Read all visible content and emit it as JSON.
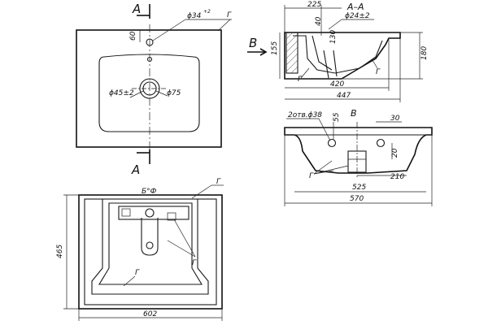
{
  "top_view": {
    "section_mark_top": "A",
    "section_mark_bottom": "A",
    "dim_hole_dia": "ϕ34",
    "dim_hole_tol": "+2",
    "dim_from_edge": "60",
    "dim_drain": "ϕ45±2",
    "dim_bowl": "ϕ75",
    "ref_g": "Г"
  },
  "section_view": {
    "title": "A–A",
    "view_arrow": "B",
    "dim_225": "225",
    "dim_40": "40",
    "dim_24": "ϕ24±2",
    "dim_130": "130",
    "dim_155": "155",
    "dim_180": "180",
    "dim_420": "420",
    "dim_447": "447",
    "ref_g1": "Г",
    "ref_g2": "Г"
  },
  "front_view": {
    "title": "B",
    "holes": "2отв.ϕ38",
    "dim_55": "55",
    "dim_30": "30",
    "dim_20": "20",
    "dim_210": "210",
    "dim_525": "525",
    "dim_570": "570",
    "ref_g": "Г"
  },
  "bottom_view": {
    "title": "Б°Ф",
    "dim_465": "465",
    "dim_602": "602",
    "ref_g1": "Г",
    "ref_g2": "Г",
    "ref_g3": "Г"
  }
}
